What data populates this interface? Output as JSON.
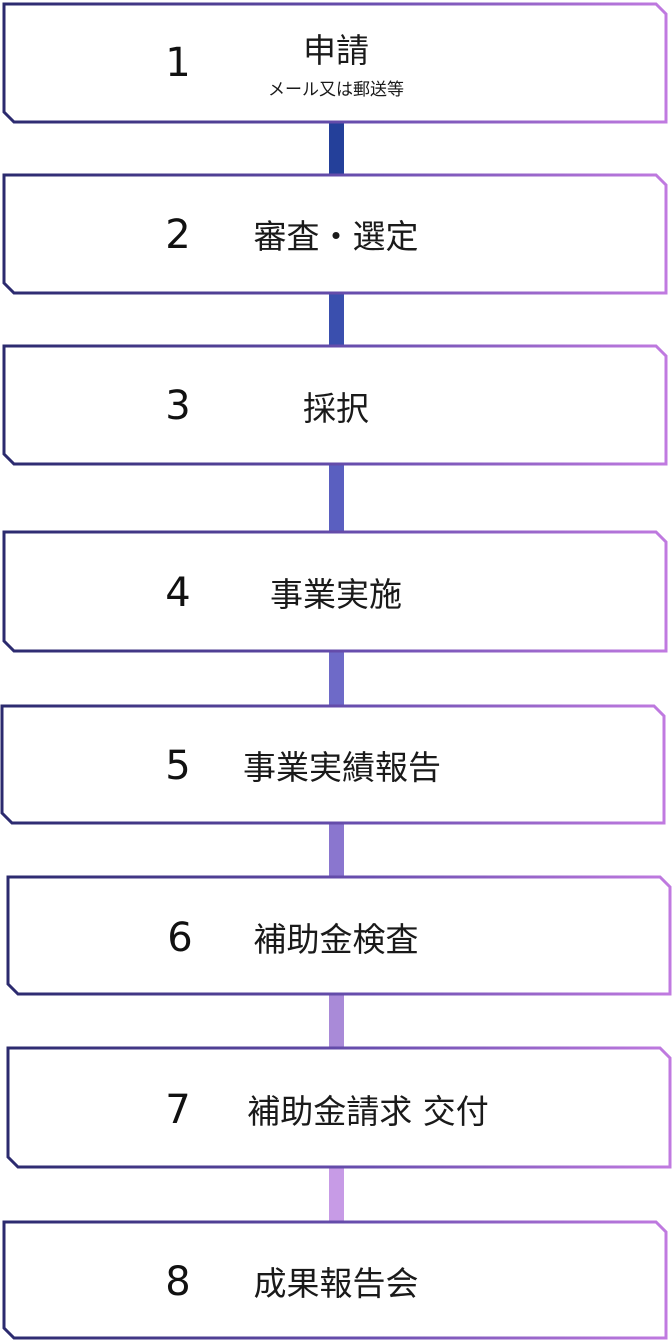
{
  "steps": [
    {
      "number": "1",
      "label": "申請",
      "sub": "メール又は郵送等"
    },
    {
      "number": "2",
      "label": "審査・選定"
    },
    {
      "number": "3",
      "label": "採択"
    },
    {
      "number": "4",
      "label": "事業実施"
    },
    {
      "number": "5",
      "label": "事業実績報告"
    },
    {
      "number": "6",
      "label": "補助金検査"
    },
    {
      "number": "7",
      "label": "補助金請求 交付"
    },
    {
      "number": "8",
      "label": "成果報告会"
    }
  ],
  "colors": {
    "border_start": "#2b2a6e",
    "border_end": "#c07ae0",
    "connectors": [
      "#24409a",
      "#3a4fae",
      "#5a5fc0",
      "#6e6ac8",
      "#8a76cf",
      "#a98ad8",
      "#c79be6"
    ]
  }
}
